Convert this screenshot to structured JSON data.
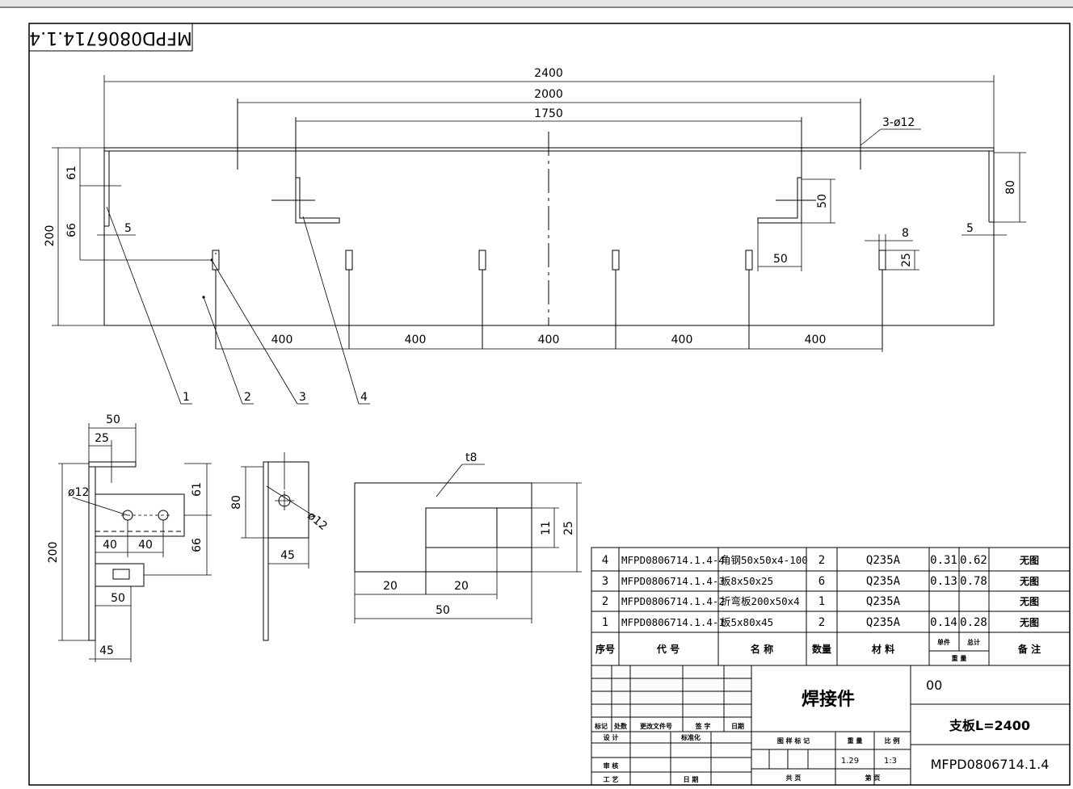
{
  "drawing_number_flipped": "MFPD0806714.1.4",
  "top_view": {
    "dims": {
      "overall": "2400",
      "holes_span": "2000",
      "angles_span": "1750",
      "holes_note": "3-ø12",
      "height_right": "80",
      "height_total": "200",
      "d61": "61",
      "d66": "66",
      "d5_left": "5",
      "d5_right": "5",
      "d50_vert": "50",
      "d50_horiz": "50",
      "d8": "8",
      "d25": "25",
      "spacings": [
        "400",
        "400",
        "400",
        "400",
        "400"
      ]
    },
    "callouts": [
      "1",
      "2",
      "3",
      "4"
    ]
  },
  "detail_a": {
    "d50_top": "50",
    "d25_top": "25",
    "hole": "ø12",
    "d61": "61",
    "d66": "66",
    "d200": "200",
    "d40a": "40",
    "d40b": "40",
    "d50": "50",
    "d45": "45"
  },
  "detail_b": {
    "d80": "80",
    "hole": "ø12",
    "d45": "45"
  },
  "detail_c": {
    "thickness": "t8",
    "d11": "11",
    "d25": "25",
    "d20a": "20",
    "d20b": "20",
    "d50": "50"
  },
  "bom": {
    "rows": [
      {
        "no": "4",
        "code": "MFPD0806714.1.4-4",
        "name": "角钢50x50x4-100",
        "qty": "2",
        "material": "Q235A",
        "unit": "0.31",
        "total": "0.62",
        "note": "无图"
      },
      {
        "no": "3",
        "code": "MFPD0806714.1.4-3",
        "name": "板8x50x25",
        "qty": "6",
        "material": "Q235A",
        "unit": "0.13",
        "total": "0.78",
        "note": "无图"
      },
      {
        "no": "2",
        "code": "MFPD0806714.1.4-2",
        "name": "折弯板200x50x4",
        "qty": "1",
        "material": "Q235A",
        "unit": "",
        "total": "",
        "note": "无图"
      },
      {
        "no": "1",
        "code": "MFPD0806714.1.4-1",
        "name": "板5x80x45",
        "qty": "2",
        "material": "Q235A",
        "unit": "0.14",
        "total": "0.28",
        "note": "无图"
      }
    ],
    "headers": {
      "no": "序号",
      "code": "代  号",
      "name": "名  称",
      "qty": "数量",
      "material": "材  料",
      "unit": "单件",
      "total": "总计",
      "weight": "重  量",
      "note": "备  注"
    }
  },
  "title_block": {
    "part_name": "焊接件",
    "revision": "00",
    "assembly": "支板L=2400",
    "drawing_no": "MFPD0806714.1.4",
    "weight": "1.29",
    "scale": "1:3",
    "labels": {
      "mark": "标记",
      "count": "处数",
      "change_doc": "更改文件号",
      "signature": "签 字",
      "date": "日期",
      "design": "设 计",
      "standard": "标准化",
      "review": "审 核",
      "process": "工 艺",
      "date2": "日 期",
      "sample_mark": "图 样 标 记",
      "weight_label": "重 量",
      "scale_label": "比 例",
      "total_sheets": "共     页",
      "sheet": "第     页"
    }
  }
}
